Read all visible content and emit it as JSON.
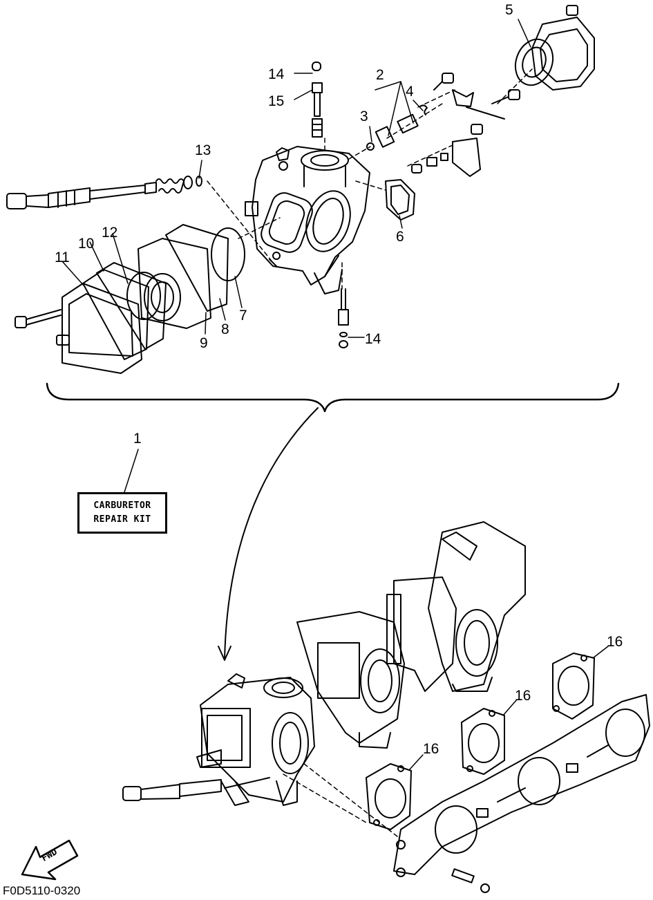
{
  "kit_label": {
    "line1": "CARBURETOR",
    "line2": "REPAIR KIT"
  },
  "direction_label": "FWD",
  "diagram_code": "F0D5110-0320",
  "callouts": {
    "c1": "1",
    "c2": "2",
    "c3": "3",
    "c4": "4",
    "c5": "5",
    "c6": "6",
    "c7": "7",
    "c8": "8",
    "c9": "9",
    "c10": "10",
    "c11": "11",
    "c12": "12",
    "c13": "13",
    "c14a": "14",
    "c14b": "14",
    "c15": "15",
    "c16a": "16",
    "c16b": "16",
    "c16c": "16"
  }
}
